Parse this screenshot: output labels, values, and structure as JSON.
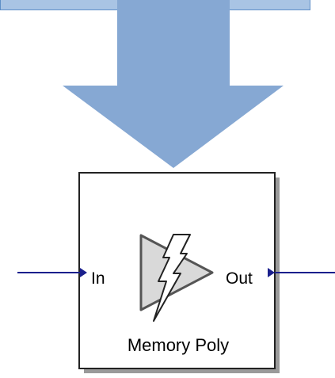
{
  "block": {
    "name": "Memory Poly",
    "input_port": "In",
    "output_port": "Out"
  },
  "colors": {
    "arrow": "#86a8d3",
    "banner_fill": "#a9c4e4",
    "banner_border": "#5f8fc7",
    "signal_line": "#1a1f8c",
    "block_border": "#222222",
    "block_fill": "#ffffff",
    "icon_fill": "#d9d9d9",
    "icon_stroke": "#555555"
  },
  "icons": {
    "arrow": "down-arrow",
    "block_icon": "amplifier-with-lightning-icon"
  }
}
